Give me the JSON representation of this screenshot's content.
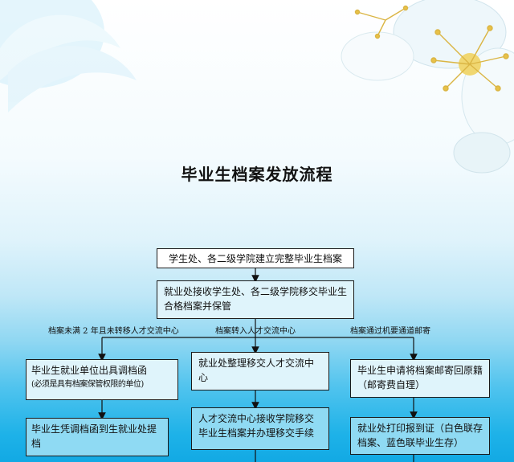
{
  "title": "毕业生档案发放流程",
  "boxes": {
    "b1": "学生处、各二级学院建立完整毕业生档案",
    "b2": "就业处接收学生处、各二级学院移交毕业生合格档案并保管",
    "left1_line1": "毕业生就业单位出具调档函",
    "left1_line2": "(必须是具有档案保管权限的单位)",
    "left2": "毕业生凭调档函到生就业处提档",
    "mid1": "就业处整理移交人才交流中心",
    "mid2": "人才交流中心接收学院移交毕业生档案并办理移交手续",
    "right1": "毕业生申请将档案邮寄回原籍（邮寄费自理）",
    "right2": "就业处打印报到证（白色联存档案、蓝色联毕业生存）"
  },
  "branch_labels": {
    "left": "档案未满 2 年且未转移人才交流中心",
    "middle": "档案转入人才交流中心",
    "right": "档案通过机要通道邮寄"
  }
}
